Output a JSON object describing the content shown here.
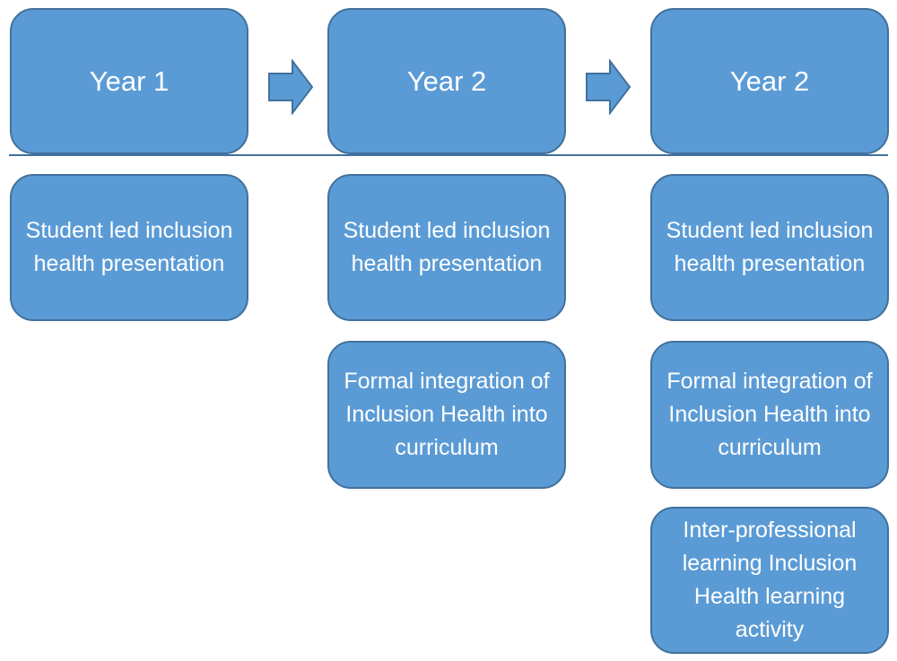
{
  "headers": {
    "col1": "Year 1",
    "col2": "Year 2",
    "col3": "Year 2"
  },
  "boxes": {
    "col1_item1": "Student led inclusion health presentation",
    "col2_item1": "Student led inclusion health presentation",
    "col2_item2": "Formal integration of Inclusion Health into curriculum",
    "col3_item1": "Student led inclusion health presentation",
    "col3_item2": "Formal integration of Inclusion Health into curriculum",
    "col3_item3": "Inter-professional learning Inclusion Health learning activity"
  },
  "colors": {
    "box_fill": "#5b9bd5",
    "box_border": "#41719c",
    "text": "#ffffff"
  }
}
